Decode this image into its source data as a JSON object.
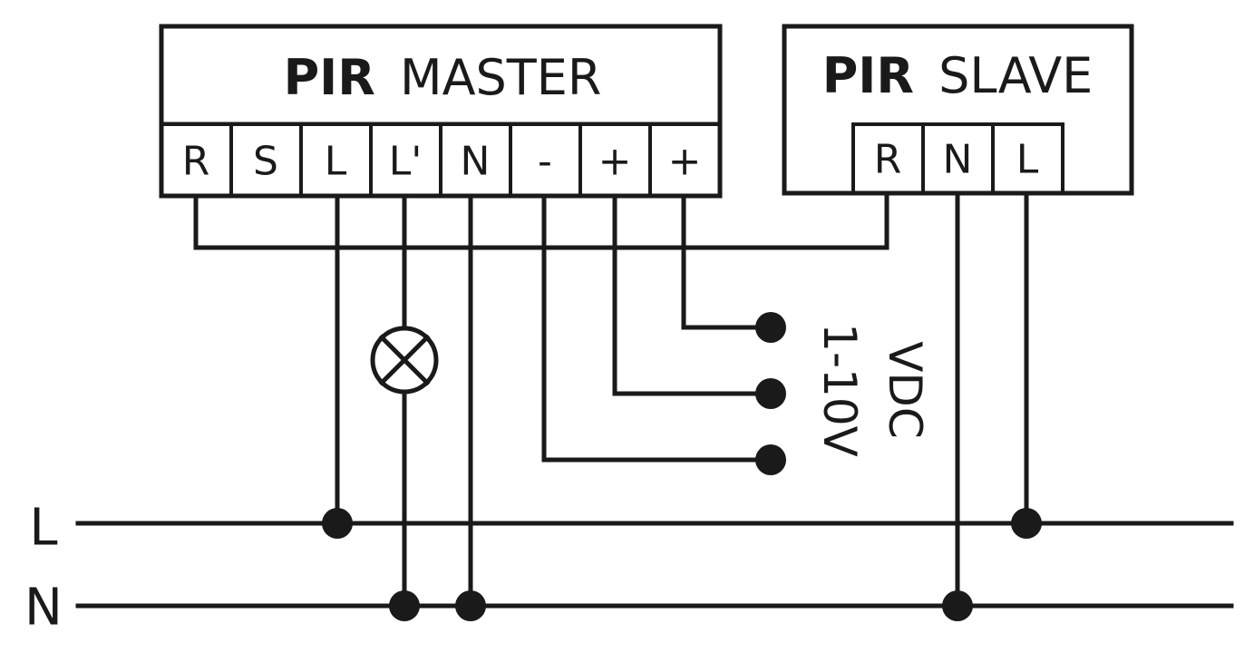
{
  "master": {
    "title_bold": "PIR",
    "title_light": "MASTER",
    "terminals": [
      "R",
      "S",
      "L",
      "L'",
      "N",
      "-",
      "+",
      "+"
    ]
  },
  "slave": {
    "title_bold": "PIR",
    "title_light": "SLAVE",
    "terminals": [
      "R",
      "N",
      "L"
    ]
  },
  "buses": {
    "line": "L",
    "neutral": "N"
  },
  "control": {
    "label_line1": "VDC",
    "label_line2": "1-10V"
  },
  "colors": {
    "ink": "#1a1a1a",
    "background": "#ffffff"
  }
}
